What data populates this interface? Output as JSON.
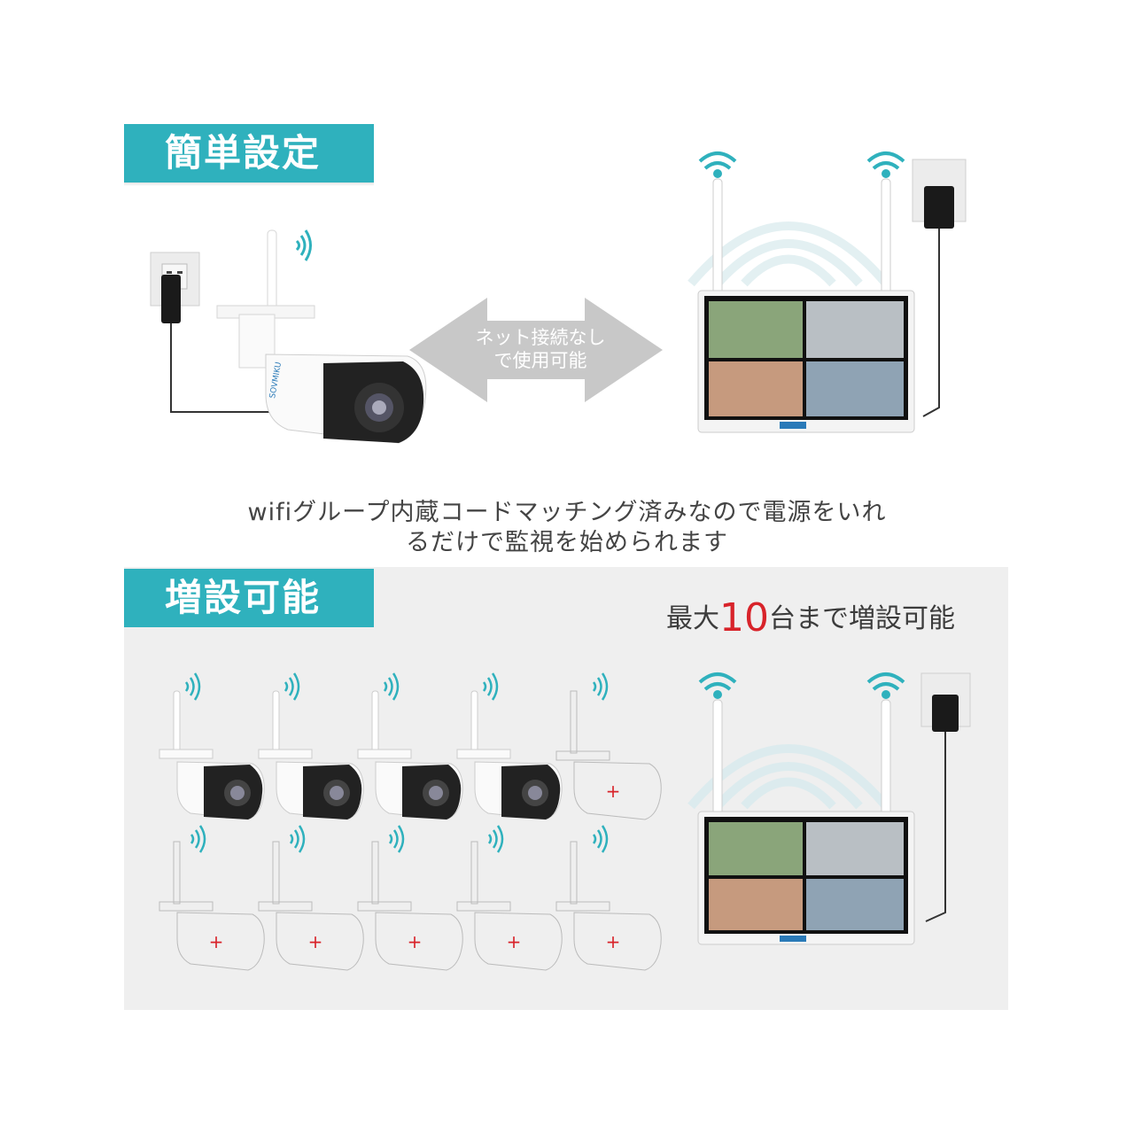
{
  "section1": {
    "title": "簡単設定",
    "arrow_label_line1": "ネット接続なし",
    "arrow_label_line2": "で使用可能",
    "caption_line1": "wifiグループ内蔵コードマッチング済みなので電源をいれ",
    "caption_line2": "るだけで監視を始められます"
  },
  "section2": {
    "title": "増設可能",
    "max_prefix": "最大",
    "max_number": "10",
    "max_suffix": "台まで増設可能"
  },
  "cameras": {
    "active_count": 4,
    "empty_slots": 6
  },
  "colors": {
    "accent": "#2fb1bd",
    "highlight": "#d8232a",
    "wifi": "#2fb1bd"
  }
}
